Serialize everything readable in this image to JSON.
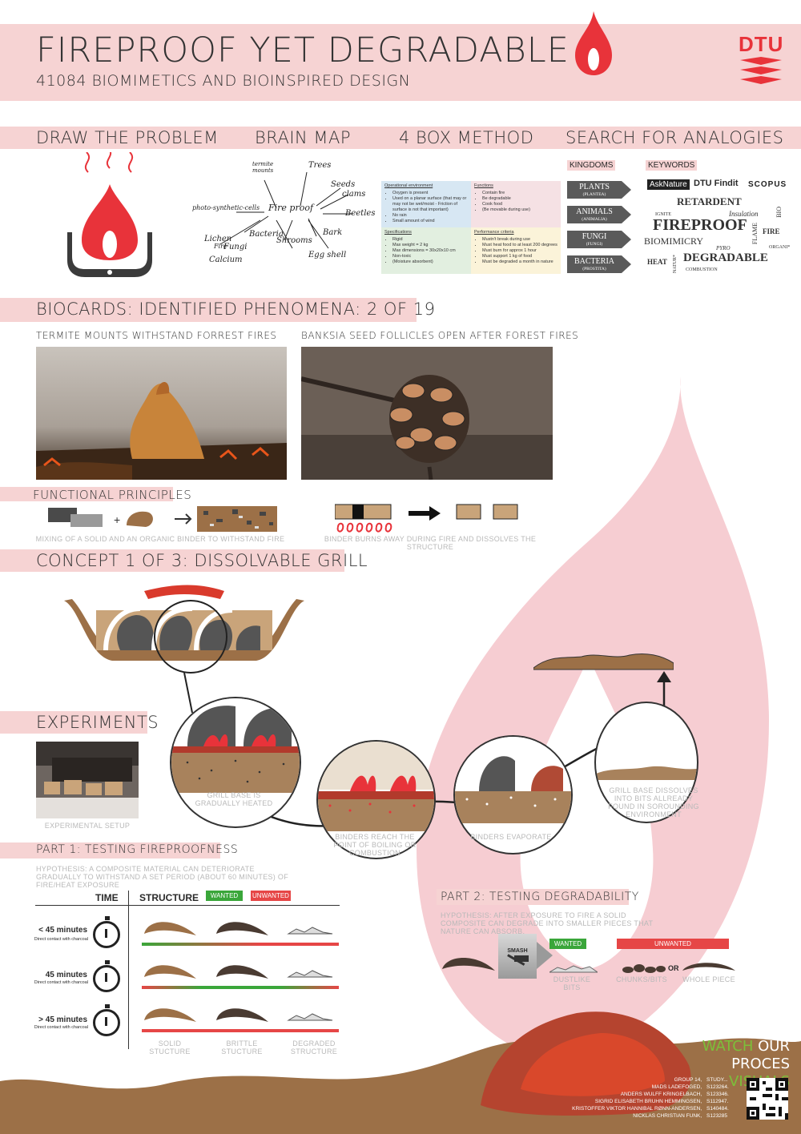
{
  "header": {
    "title": "FIREPROOF YET DEGRADABLE",
    "subtitle": "41084 BIOMIMETICS AND BIOINSPIRED DESIGN",
    "logo_text": "DTU"
  },
  "sections": {
    "draw_problem": "DRAW THE PROBLEM",
    "brain_map": "BRAIN MAP",
    "box_method": "4 BOX METHOD",
    "analogies": "SEARCH FOR ANALOGIES"
  },
  "brain_map_words": [
    "termite mounts",
    "Trees",
    "Seeds",
    "clams",
    "Beetles",
    "photo-synthetic-cells",
    "Fire proof",
    "Bacteria",
    "Bark",
    "Shrooms",
    "Egg shell",
    "Fungi",
    "Fire",
    "Lichen",
    "Calcium"
  ],
  "four_box": {
    "operational": {
      "title": "Operational environment",
      "items": [
        "Oxygen is present",
        "Used on a planar surface (that may or may not be wet/moist - Friction of surface is not that important)",
        "No rain",
        "Small amount of wind"
      ]
    },
    "functions": {
      "title": "Functions",
      "items": [
        "Contain fire",
        "Be degradable",
        "Cook food",
        "(Be movable during use)"
      ]
    },
    "specifications": {
      "title": "Specifications",
      "items": [
        "Rigid",
        "Max weight = 2 kg",
        "Max dimensions = 30x20x10 cm",
        "Non-toxic",
        "(Moisture absorbent)"
      ]
    },
    "performance": {
      "title": "Performance criteria",
      "items": [
        "Mustn't break during use",
        "Must heat food to at least 200 degrees",
        "Must burn for approx 1 hour",
        "Must support 1 kg of food",
        "Must be degraded a month in nature"
      ]
    }
  },
  "analogies": {
    "kingdoms_label": "KINGDOMS",
    "keywords_label": "KEYWORDS",
    "kingdoms": [
      {
        "name": "PLANTS",
        "latin": "(PLANTEA)"
      },
      {
        "name": "ANIMALS",
        "latin": "(ANIMALIA)"
      },
      {
        "name": "FUNGI",
        "latin": "(FUNGI)"
      },
      {
        "name": "BACTERIA",
        "latin": "(PROSTITA)"
      }
    ],
    "sources": [
      "AskNature",
      "DTU Findit",
      "SCOPUS"
    ],
    "keywords": [
      "RETARDENT",
      "IGNITE",
      "Insulation",
      "BIO",
      "FIREPROOF",
      "FLAME",
      "FIRE",
      "BIOMIMICRY",
      "PYRO",
      "ORGANI*",
      "HEAT",
      "NATUR*",
      "DEGRADABLE",
      "COMBUSTION"
    ]
  },
  "biocards": {
    "heading": "BIOCARDS: IDENTIFIED PHENOMENA: 2 OF 19",
    "card1": "TERMITE MOUNTS WITHSTAND FORREST FIRES",
    "card2": "BANKSIA SEED FOLLICLES OPEN AFTER FOREST FIRES",
    "functional_heading": "FUNCTIONAL PRINCIPLES",
    "principle1": "MIXING OF A SOLID AND AN ORGANIC BINDER TO WITHSTAND FIRE",
    "principle2": "BINDER BURNS AWAY DURING FIRE AND DISSOLVES THE STRUCTURE"
  },
  "concept": {
    "heading": "CONCEPT 1 OF 3: DISSOLVABLE GRILL",
    "steps": [
      "GRILL BASE IS GRADUALLY HEATED",
      "BINDERS REACH THE POINT OF BOILING OR COMBUSTION",
      "BINDERS EVAPORATE",
      "GRILL BASE DISSOLVES INTO BITS ALLREADY FOUND IN SOROUNDING ENVIRONMENT"
    ]
  },
  "experiments": {
    "heading": "EXPERIMENTS",
    "setup_caption": "EXPERIMENTAL SETUP",
    "part1": {
      "heading": "PART 1:  TESTING FIREPROOFNESS",
      "hypothesis": "HYPOTHESIS: A COMPOSITE MATERIAL CAN DETERIORATE GRADUALLY TO WITHSTAND A SET PERIOD (ABOUT 60 MINUTES) OF FIRE/HEAT EXPOSURE",
      "col_time": "TIME",
      "col_structure": "STRUCTURE",
      "wanted": "WANTED",
      "unwanted": "UNWANTED",
      "rows": [
        {
          "time": "< 45 minutes",
          "sub": "Direct contact with charcoal"
        },
        {
          "time": "45 minutes",
          "sub": "Direct contact with charcoal"
        },
        {
          "time": "> 45 minutes",
          "sub": "Direct contact with charcoal"
        }
      ],
      "structures": [
        "SOLID STUCTURE",
        "BRITTLE STUCTURE",
        "DEGRADED STRUCTURE"
      ]
    },
    "part2": {
      "heading": "PART 2:  TESTING DEGRADABILITY",
      "hypothesis": "HYPOTHESIS: AFTER EXPOSURE TO FIRE A SOLID COMPOSITE CAN DEGRADE INTO SMALLER PIECES THAT NATURE CAN ABSORB.",
      "smash": "SMASH",
      "wanted": "WANTED",
      "unwanted": "UNWANTED",
      "or": "OR",
      "outcomes": [
        "DUSTLIKE BITS",
        "CHUNKS/BITS",
        "WHOLE PIECE"
      ]
    }
  },
  "footer": {
    "watch": "WATCH",
    "our": "OUR",
    "proces": "PROCES",
    "visuals": "VISUALS",
    "group": "GROUP 14,",
    "study": "STUDY...",
    "members": [
      {
        "name": "MADS LADEFOGED,",
        "id": "S123264."
      },
      {
        "name": "ANDERS WULFF KRINGELBACH,",
        "id": "S123346."
      },
      {
        "name": "SIGRID ELISABETH BRUHN HEMMINGSEN,",
        "id": "S112947."
      },
      {
        "name": "KRISTOFFER VIKTOR HANNIBAL RØNN-ANDERSEN,",
        "id": "S140484."
      },
      {
        "name": "NICKLAS CHRISTIAN FUNK,",
        "id": "S123285"
      }
    ]
  },
  "colors": {
    "band": "#f6d3d3",
    "flame": "#e8333a",
    "brown": "#9c7047",
    "tan": "#c9a47a",
    "green": "#3aa63a",
    "red": "#e64646"
  }
}
